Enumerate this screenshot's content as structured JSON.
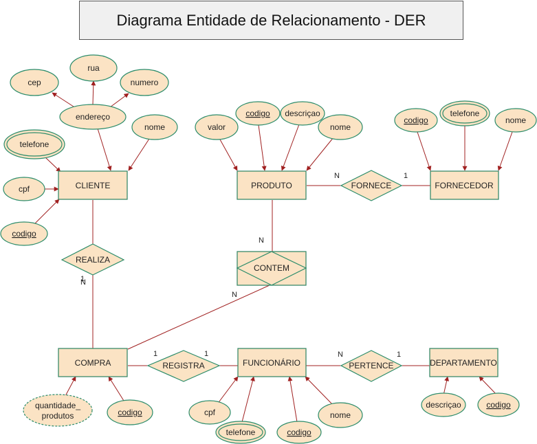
{
  "title": "Diagrama Entidade de Relacionamento - DER",
  "entities": {
    "cliente": "CLIENTE",
    "produto": "PRODUTO",
    "fornecedor": "FORNECEDOR",
    "compra": "COMPRA",
    "funcionario": "FUNCIONÁRIO",
    "departamento": "DEPARTAMENTO"
  },
  "relationships": {
    "realiza": "REALIZA",
    "fornece": "FORNECE",
    "contem": "CONTEM",
    "registra": "REGISTRA",
    "pertence": "PERTENCE"
  },
  "attributes": {
    "cep": "cep",
    "rua": "rua",
    "numero": "numero",
    "endereco": "endereço",
    "cliente_nome": "nome",
    "cliente_telefone": "telefone",
    "cliente_cpf": "cpf",
    "cliente_codigo": "codigo",
    "produto_valor": "valor",
    "produto_codigo": "codigo",
    "produto_descricao": "descriçao",
    "produto_nome": "nome",
    "fornecedor_codigo": "codigo",
    "fornecedor_telefone": "telefone",
    "fornecedor_nome": "nome",
    "compra_quantidade_1": "quantidade_",
    "compra_quantidade_2": "produtos",
    "compra_codigo": "codigo",
    "funcionario_cpf": "cpf",
    "funcionario_telefone": "telefone",
    "funcionario_codigo": "codigo",
    "funcionario_nome": "nome",
    "departamento_descricao": "descriçao",
    "departamento_codigo": "codigo"
  },
  "cardinalities": {
    "fornece_produto": "N",
    "fornece_fornecedor": "1",
    "contem_produto": "N",
    "contem_compra": "N",
    "realiza_cliente": "1",
    "realiza_compra": "N",
    "registra_compra": "1",
    "registra_funcionario": "1",
    "pertence_funcionario": "N",
    "pertence_departamento": "1"
  },
  "colors": {
    "fill": "#fbe3c4",
    "stroke": "#2b8c6a",
    "edge": "#a02020"
  }
}
